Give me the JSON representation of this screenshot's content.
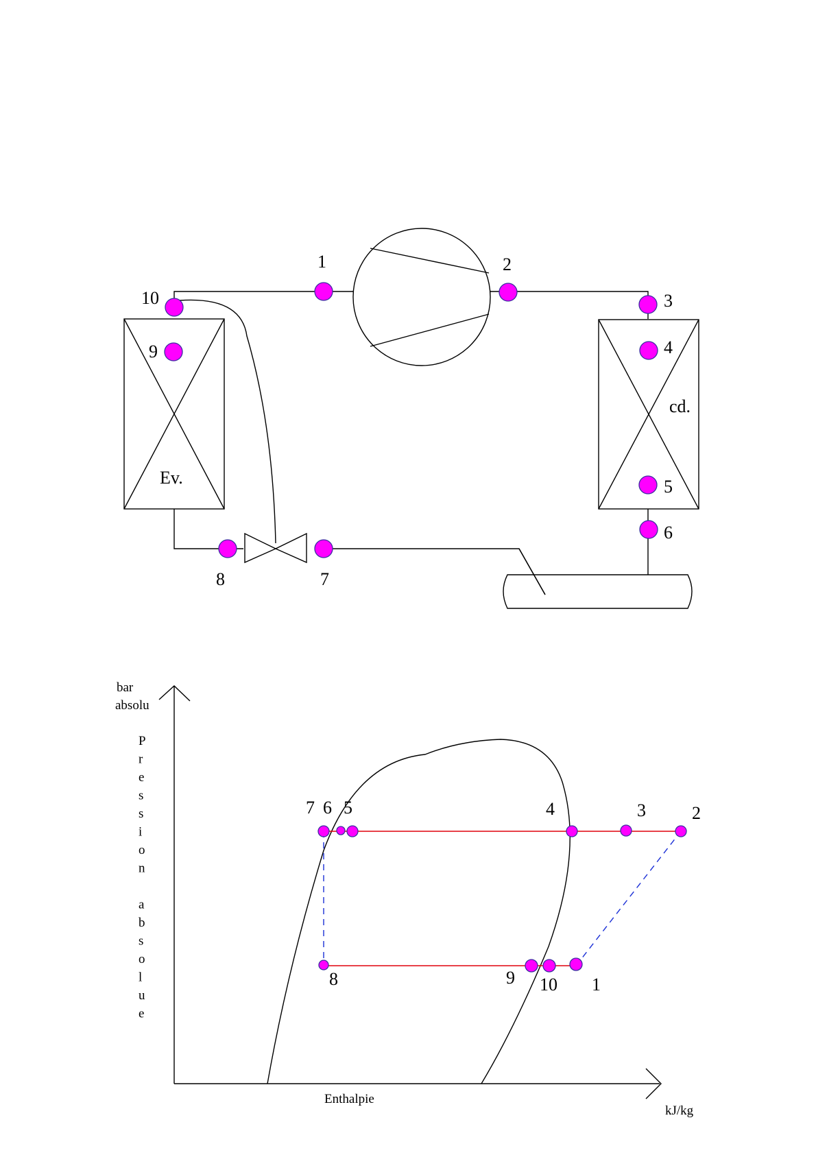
{
  "circuit": {
    "points": [
      {
        "id": "1",
        "label": "1"
      },
      {
        "id": "2",
        "label": "2"
      },
      {
        "id": "3",
        "label": "3"
      },
      {
        "id": "4",
        "label": "4"
      },
      {
        "id": "5",
        "label": "5"
      },
      {
        "id": "6",
        "label": "6"
      },
      {
        "id": "7",
        "label": "7"
      },
      {
        "id": "8",
        "label": "8"
      },
      {
        "id": "9",
        "label": "9"
      },
      {
        "id": "10",
        "label": "10"
      }
    ],
    "evaporator_label": "Ev.",
    "condenser_label": "cd."
  },
  "ph_diagram": {
    "y_unit_line1": "bar",
    "y_unit_line2": "absolu",
    "y_axis_letters": [
      "P",
      "r",
      "e",
      "s",
      "s",
      "i",
      "o",
      "n",
      "",
      "a",
      "b",
      "s",
      "o",
      "l",
      "u",
      "e"
    ],
    "x_axis_label": "Enthalpie",
    "x_unit": "kJ/kg",
    "point_labels": [
      "7",
      "6",
      "5",
      "4",
      "3",
      "2",
      "8",
      "9",
      "10",
      "1"
    ],
    "colors": {
      "points": "#ff00ff",
      "constant_pressure": "#e0000b",
      "transformation": "#1a2fd6"
    }
  }
}
